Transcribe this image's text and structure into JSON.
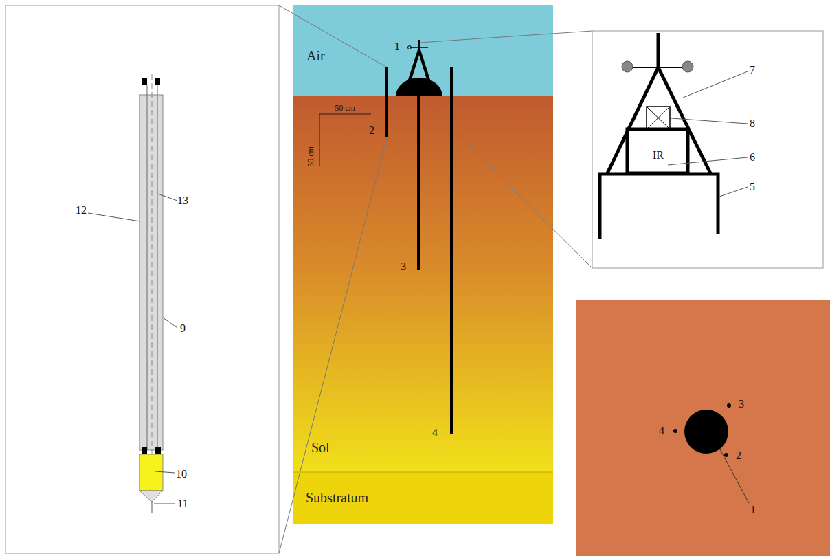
{
  "diagram": {
    "nodes": [
      {
        "text": [
          "Air"
        ]
      },
      {
        "text": [
          "Sol"
        ]
      },
      {
        "text": [
          "Substratum"
        ]
      }
    ],
    "labels": [
      "1",
      "50 cm",
      "50 cm",
      "2",
      "3",
      "4",
      "12",
      "13",
      "9",
      "10",
      "11",
      "7",
      "8",
      "IR",
      "6",
      "5",
      "3",
      "4",
      "2",
      "1"
    ]
  }
}
